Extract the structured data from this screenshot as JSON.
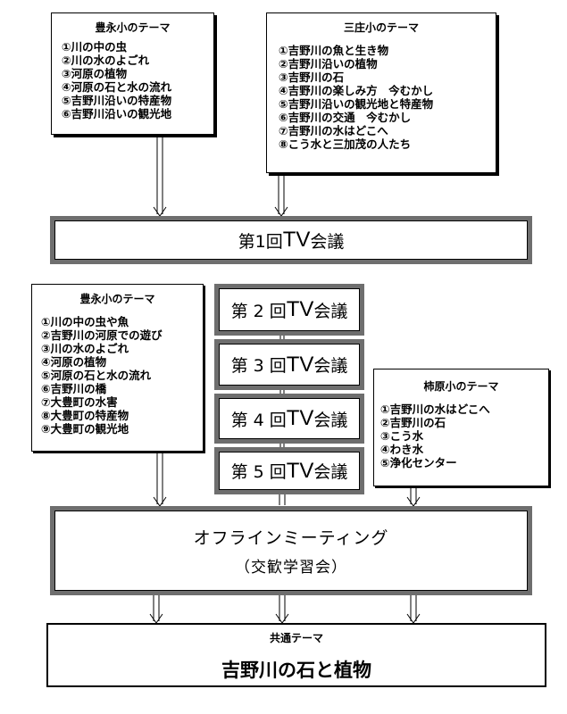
{
  "toyonaga_first": {
    "title": "豊永小のテーマ",
    "items": [
      "①川の中の虫",
      "②川の水のよごれ",
      "③河原の植物",
      "④河原の石と水の流れ",
      "⑤吉野川沿いの特産物",
      "⑥吉野川沿いの観光地"
    ]
  },
  "sansho": {
    "title": "三庄小のテーマ",
    "items": [
      "①吉野川の魚と生き物",
      "②吉野川沿いの植物",
      "③吉野川の石",
      "④吉野川の楽しみ方　今むかし",
      "⑤吉野川沿いの観光地と特産物",
      "⑥吉野川の交通　今むかし",
      "⑦吉野川の水はどこへ",
      "⑧こう水と三加茂の人たち"
    ]
  },
  "meeting1": {
    "prefix": "第1回 ",
    "tv": "TV",
    "suffix": "会議"
  },
  "toyonaga_second": {
    "title": "豊永小のテーマ",
    "items": [
      "①川の中の虫や魚",
      "②吉野川の河原での遊び",
      "③川の水のよごれ",
      "④河原の植物",
      "⑤河原の石と水の流れ",
      "⑥吉野川の橋",
      "⑦大豊町の水害",
      "⑧大豊町の特産物",
      "⑨大豊町の観光地"
    ]
  },
  "meetings": [
    {
      "prefix": "第 2 回",
      "tv": "TV",
      "suffix": "会議"
    },
    {
      "prefix": "第 3 回",
      "tv": "TV",
      "suffix": "会議"
    },
    {
      "prefix": "第 4 回",
      "tv": "TV",
      "suffix": "会議"
    },
    {
      "prefix": "第 5 回",
      "tv": "TV",
      "suffix": "会議"
    }
  ],
  "kakihara": {
    "title": "柿原小のテーマ",
    "items": [
      "①吉野川の水はどこへ",
      "②吉野川の石",
      "③こう水",
      "④わき水",
      "⑤浄化センター"
    ]
  },
  "offline": {
    "title": "オフラインミーティング",
    "subtitle": "（交歓学習会）"
  },
  "common": {
    "label": "共通テーマ",
    "theme": "吉野川の石と植物"
  }
}
